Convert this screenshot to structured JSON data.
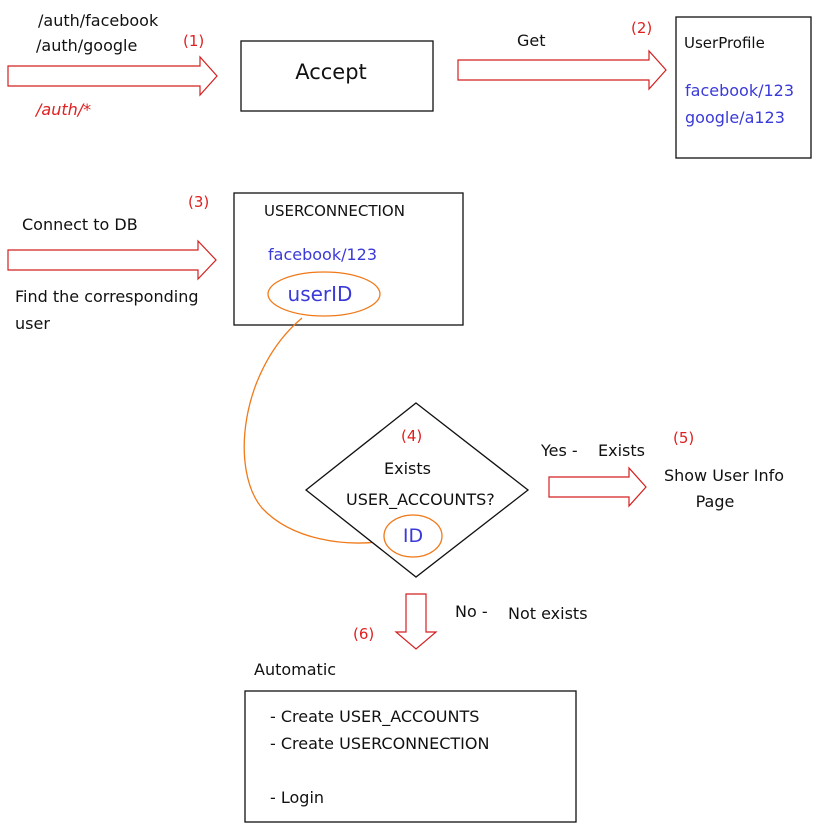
{
  "colors": {
    "text": "#111111",
    "step": "#e02020",
    "value": "#3a3ad8",
    "arrow": "#d42020",
    "highlight": "#f07a1a"
  },
  "step1": {
    "number": "(1)",
    "route_1": "/auth/facebook",
    "route_2": "/auth/google",
    "route_wildcard": "/auth/*"
  },
  "accept_box": {
    "label": "Accept"
  },
  "step2": {
    "number": "(2)",
    "arrow_label": "Get"
  },
  "userprofile_box": {
    "title": "UserProfile",
    "values": [
      "facebook/123",
      "google/a123"
    ]
  },
  "step3": {
    "number": "(3)",
    "label_1": "Connect to DB",
    "label_2_line1": "Find the corresponding",
    "label_2_line2": "user"
  },
  "userconnection_box": {
    "title": "USERCONNECTION",
    "value": "facebook/123",
    "key": "userID"
  },
  "step4": {
    "number": "(4)",
    "line1": "Exists",
    "line2": "USER_ACCOUNTS?",
    "key": "ID"
  },
  "step5": {
    "number": "(5)",
    "branch_yes": "Yes -",
    "branch_yes_value": "Exists",
    "target_line1": "Show User Info",
    "target_line2": "Page"
  },
  "step6": {
    "number": "(6)",
    "branch_no": "No -",
    "branch_no_value": "Not exists",
    "title": "Automatic",
    "actions": [
      "- Create USER_ACCOUNTS",
      "- Create USERCONNECTION",
      "- Login"
    ]
  }
}
